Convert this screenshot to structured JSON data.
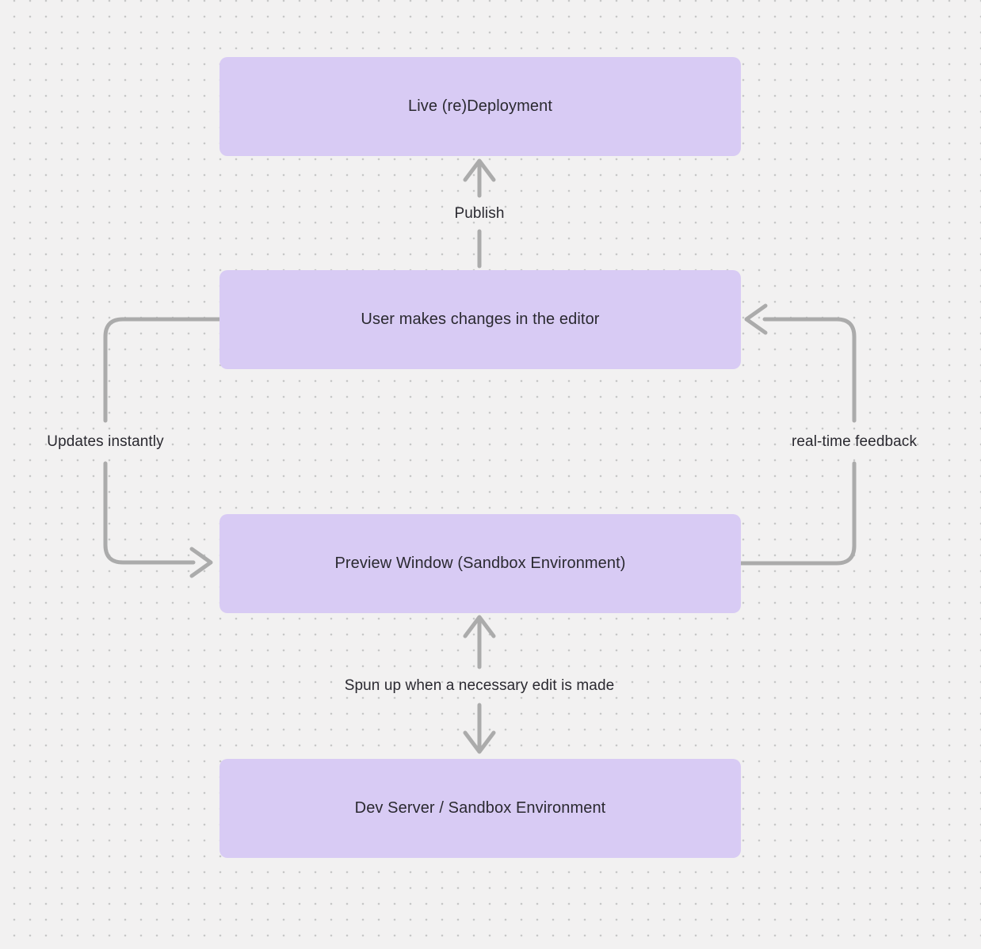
{
  "diagram": {
    "title": "Editor deployment flowchart",
    "nodes": [
      {
        "id": "live-deployment",
        "label": "Live (re)Deployment"
      },
      {
        "id": "user-editor",
        "label": "User makes changes in the editor"
      },
      {
        "id": "preview-window",
        "label": "Preview Window (Sandbox Environment)"
      },
      {
        "id": "dev-server",
        "label": "Dev Server / Sandbox Environment"
      }
    ],
    "edges": [
      {
        "id": "publish",
        "label": "Publish",
        "from": "user-editor",
        "to": "live-deployment",
        "arrow": "up"
      },
      {
        "id": "updates-instantly",
        "label": "Updates instantly",
        "from": "user-editor",
        "to": "preview-window",
        "arrow": "left-loop-into-preview"
      },
      {
        "id": "real-time-feedback",
        "label": "real-time feedback",
        "from": "preview-window",
        "to": "user-editor",
        "arrow": "right-loop-into-editor"
      },
      {
        "id": "spun-up",
        "label": "Spun up when a necessary edit is made",
        "from": "preview-window",
        "to": "dev-server",
        "arrow": "both"
      }
    ]
  },
  "colors": {
    "background": "#f2f1f1",
    "grid_dot": "#c7c7c7",
    "node_fill": "#d8cbf4",
    "node_text": "#2a2930",
    "connector": "#ababab",
    "label_text": "#2a2930"
  }
}
